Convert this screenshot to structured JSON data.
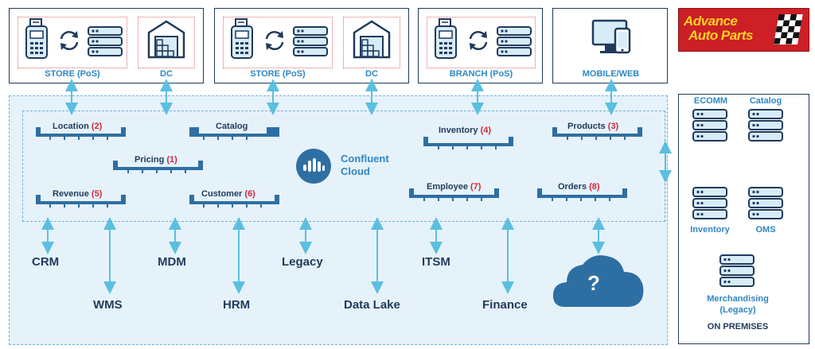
{
  "logo": {
    "line1": "Advance",
    "line2": "Auto Parts"
  },
  "top_sources": [
    {
      "pos_label": "STORE (PoS)",
      "dc_label": "DC"
    },
    {
      "pos_label": "STORE (PoS)",
      "dc_label": "DC"
    },
    {
      "pos_label": "BRANCH (PoS)"
    },
    {
      "web_label": "MOBILE/WEB"
    }
  ],
  "confluent": {
    "line1": "Confluent",
    "line2": "Cloud"
  },
  "topics": [
    {
      "name": "Location",
      "num": "(2)"
    },
    {
      "name": "Catalog",
      "num": ""
    },
    {
      "name": "Pricing",
      "num": "(1)"
    },
    {
      "name": "Revenue",
      "num": "(5)"
    },
    {
      "name": "Customer",
      "num": "(6)"
    },
    {
      "name": "Inventory",
      "num": "(4)"
    },
    {
      "name": "Products",
      "num": "(3)"
    },
    {
      "name": "Employee",
      "num": "(7)"
    },
    {
      "name": "Orders",
      "num": "(8)"
    }
  ],
  "destinations": [
    "CRM",
    "MDM",
    "Legacy",
    "ITSM",
    "WMS",
    "HRM",
    "Data Lake",
    "Finance"
  ],
  "unknown_symbol": "?",
  "on_premises": {
    "systems": [
      "ECOMM",
      "Catalog",
      "Inventory",
      "OMS"
    ],
    "merch_line1": "Merchandising",
    "merch_line2": "(Legacy)",
    "title": "ON PREMISES"
  },
  "colors": {
    "accent": "#2e87c4",
    "dark": "#1f3a5c",
    "light_bg": "#e6f2fa",
    "arrow": "#5bbfe0",
    "number_red": "#d3263a",
    "logo_red": "#cc1f26"
  }
}
